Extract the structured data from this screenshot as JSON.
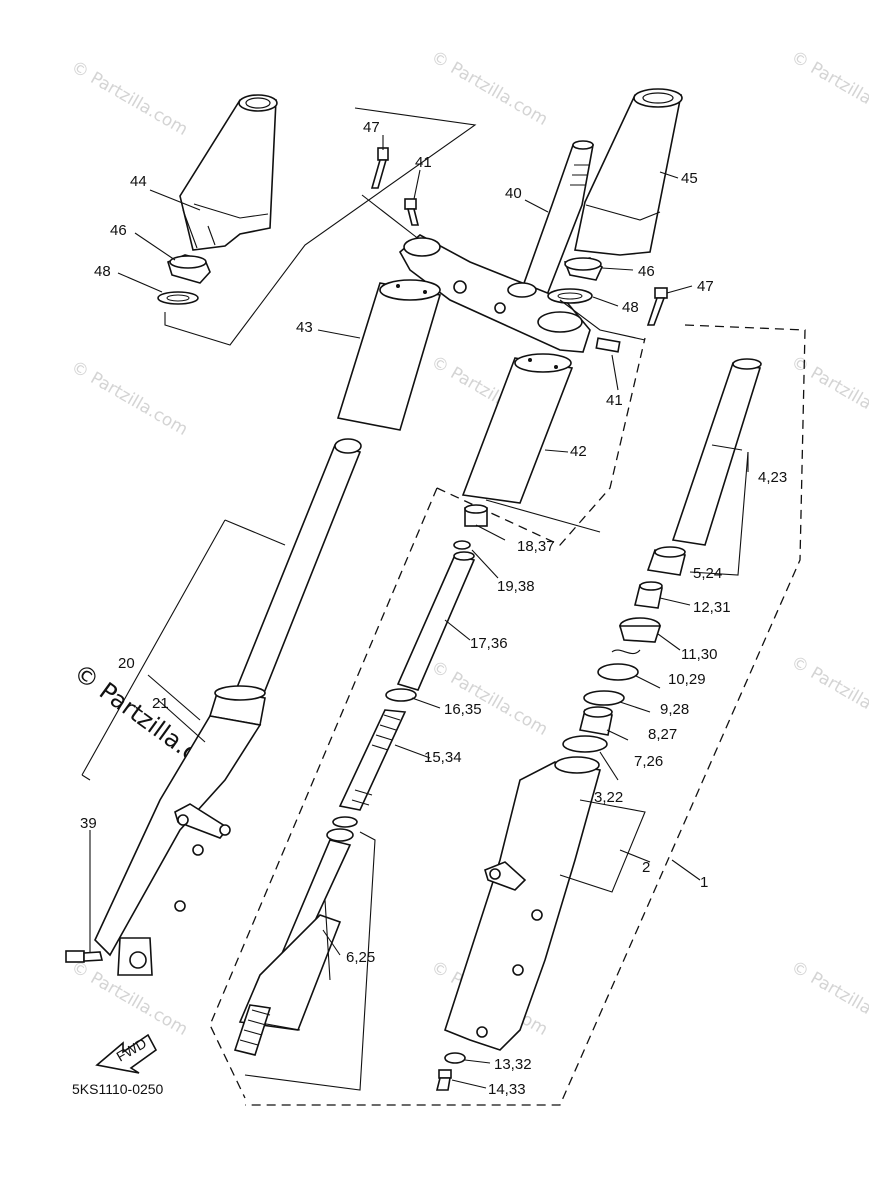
{
  "watermark": {
    "small": "© Partzilla.com",
    "large": "© Partzilla.com"
  },
  "diagram_code": "5KS1110-0250",
  "fwd_label": "FWD",
  "labels": {
    "l44": "44",
    "l46a": "46",
    "l48a": "48",
    "l47a": "47",
    "l41a": "41",
    "l40": "40",
    "l45": "45",
    "l46b": "46",
    "l48b": "48",
    "l47b": "47",
    "l41b": "41",
    "l43": "43",
    "l42": "42",
    "l423": "4,23",
    "l524": "5,24",
    "l1231": "12,31",
    "l1130": "11,30",
    "l1029": "10,29",
    "l928": "9,28",
    "l827": "8,27",
    "l726": "7,26",
    "l322": "3,22",
    "l2": "2",
    "l1": "1",
    "l1837": "18,37",
    "l1938": "19,38",
    "l1736": "17,36",
    "l1635": "16,35",
    "l1534": "15,34",
    "l625": "6,25",
    "l1332": "13,32",
    "l1433": "14,33",
    "l20": "20",
    "l21": "21",
    "l39": "39"
  }
}
